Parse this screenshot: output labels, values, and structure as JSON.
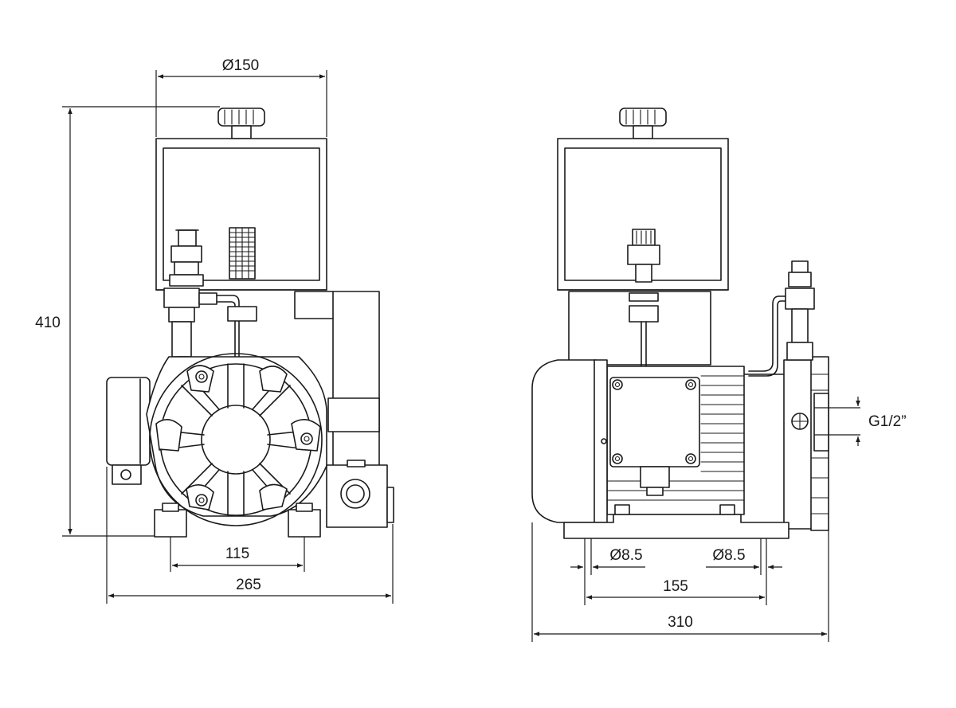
{
  "dimensions": {
    "diameter_reservoir": "Ø150",
    "overall_height": "410",
    "front_bolt_spacing": "115",
    "front_overall_width": "265",
    "hole_diameter_left": "Ø8.5",
    "hole_diameter_right": "Ø8.5",
    "side_bolt_spacing": "155",
    "side_overall_length": "310",
    "port_thread": "G1/2”"
  }
}
